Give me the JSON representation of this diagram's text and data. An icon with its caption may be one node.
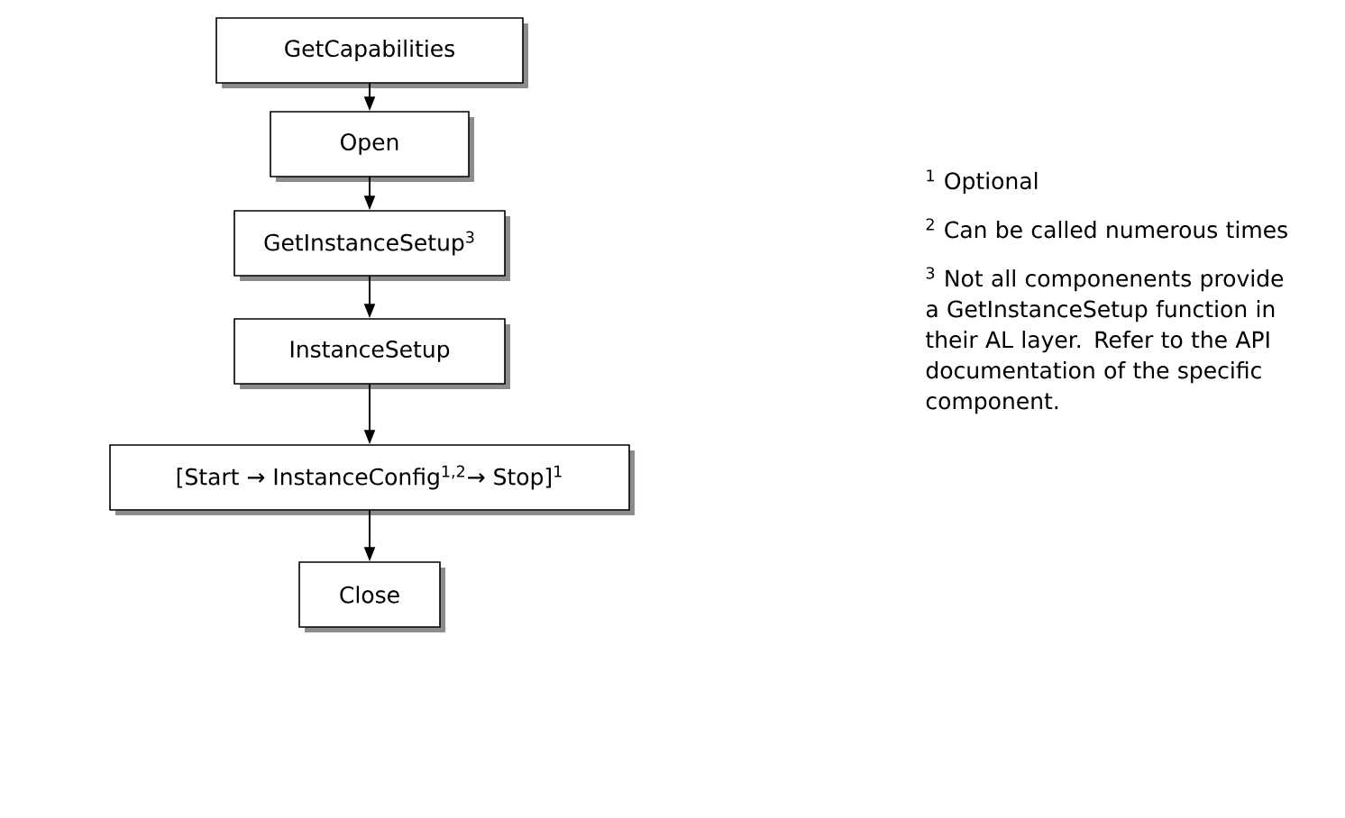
{
  "diagram": {
    "nodes": [
      {
        "text": [
          "GetCapabilities"
        ]
      },
      {
        "text": [
          "Open"
        ]
      },
      {
        "text": [
          "GetInstanceSetup$^{3}$"
        ]
      },
      {
        "text": [
          "InstanceSetup"
        ]
      },
      {
        "text": [
          "[Start → InstanceConfig$^{1,2}$→ Stop]$^{1}$"
        ]
      },
      {
        "text": [
          "Close"
        ]
      }
    ],
    "edges": [
      {
        "from": 0,
        "to": 1,
        "arrow": "to"
      },
      {
        "from": 1,
        "to": 2,
        "arrow": "to"
      },
      {
        "from": 2,
        "to": 3,
        "arrow": "to"
      },
      {
        "from": 3,
        "to": 4,
        "arrow": "to"
      },
      {
        "from": 4,
        "to": 5,
        "arrow": "to"
      }
    ],
    "labels": [
      "$^{1}$ Optional",
      "$^{2}$ Can be called numerous times",
      "$^{3}$ Not all componenents provide a GetInstanceSetup function in their AL layer. Refer to the API documentation of the specific component."
    ]
  }
}
